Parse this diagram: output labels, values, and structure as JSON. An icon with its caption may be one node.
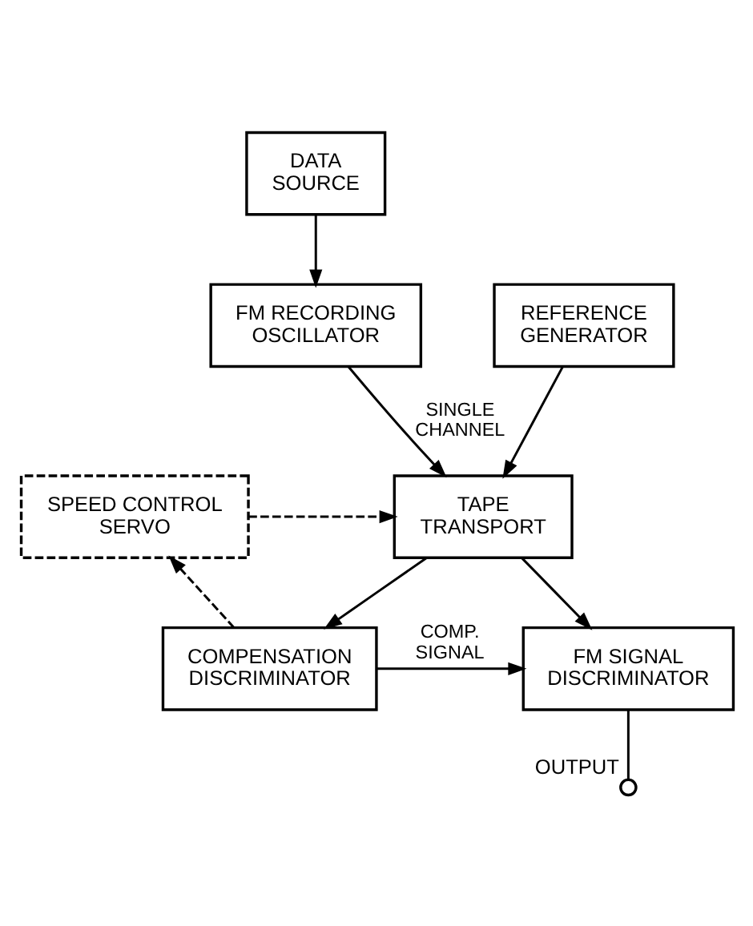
{
  "diagram": {
    "nodes": [
      {
        "text": [
          "DATA SOURCE"
        ]
      },
      {
        "text": [
          "FM RECORDING OSCILLATOR"
        ]
      },
      {
        "text": [
          "REFERENCE GENERATOR"
        ]
      },
      {
        "text": [
          "TAPE TRANSPORT"
        ]
      },
      {
        "text": [
          "SPEED CONTROL SERVO"
        ]
      },
      {
        "text": [
          "FM SIGNAL DISCRIMINATOR"
        ]
      },
      {
        "text": [
          "COMPENSATION DISCRIMINATOR"
        ]
      },
      {
        "text": [],
        "shape": "circle",
        "beside": [
          "OUTPUT"
        ]
      }
    ],
    "edges": [
      {
        "from": 0,
        "to": 1,
        "arrow": "to"
      },
      {
        "from": 1,
        "to": 3,
        "arrow": "to",
        "label": "SINGLE CHANNEL"
      },
      {
        "from": 2,
        "to": 3,
        "arrow": "to"
      },
      {
        "from": 4,
        "to": 3,
        "arrow": "to",
        "style": "dashed"
      },
      {
        "from": 3,
        "to": 5,
        "arrow": "to"
      },
      {
        "from": 3,
        "to": 6,
        "arrow": "to"
      },
      {
        "from": 6,
        "to": 5,
        "arrow": "to",
        "label": "COMP. SIGNAL"
      },
      {
        "from": 6,
        "to": 4,
        "arrow": "to",
        "style": "dashed"
      },
      {
        "from": 5,
        "to": 7,
        "arrow": "none"
      }
    ]
  }
}
